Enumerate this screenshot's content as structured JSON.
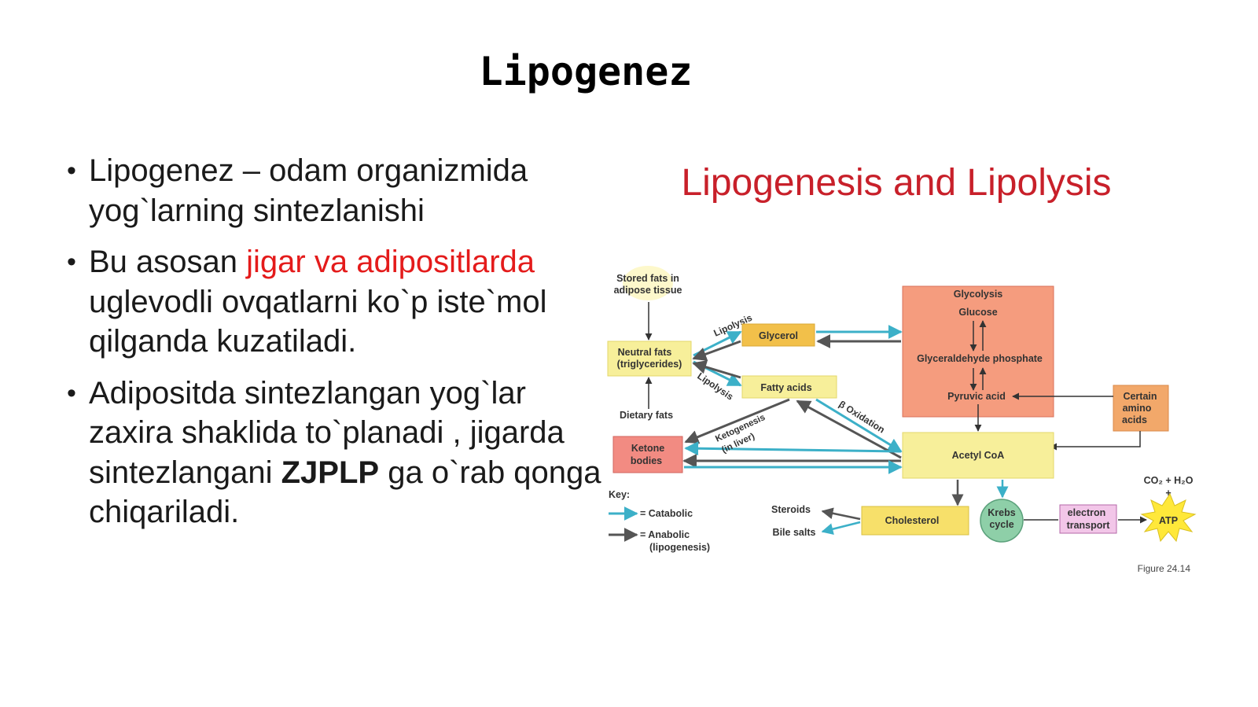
{
  "slide": {
    "title": "Lipogenez",
    "bullets": [
      {
        "text": "Lipogenez – odam organizmida yog`larning sintezlanishi"
      },
      {
        "before": "Bu asosan ",
        "highlight": "jigar va adipositlarda",
        "after": " uglevodli ovqatlarni ko`p iste`mol qilganda kuzatiladi."
      },
      {
        "before": "Adipositda sintezlangan yog`lar zaxira shaklida to`planadi , jigarda sintezlangani ",
        "bold": "ZJPLP",
        "after": " ga o`rab qonga chiqariladi."
      }
    ]
  },
  "diagram": {
    "title": "Lipogenesis and Lipolysis",
    "stored_fats": [
      "Stored fats in",
      "adipose tissue"
    ],
    "neutral_fats": [
      "Neutral fats",
      "(triglycerides)"
    ],
    "dietary_fats": "Dietary fats",
    "glycerol": "Glycerol",
    "fatty_acids": "Fatty acids",
    "lipolysis": "Lipolysis",
    "glycolysis": "Glycolysis",
    "glucose": "Glucose",
    "g3p": "Glyceraldehyde phosphate",
    "pyruvic": "Pyruvic acid",
    "amino": [
      "Certain",
      "amino",
      "acids"
    ],
    "beta_ox": "β Oxidation",
    "ketogenesis": [
      "Ketogenesis",
      "(in liver)"
    ],
    "ketone": [
      "Ketone",
      "bodies"
    ],
    "acetyl": "Acetyl CoA",
    "key": "Key:",
    "catabolic": "= Catabolic",
    "anabolic": [
      "= Anabolic",
      "(lipogenesis)"
    ],
    "steroids": "Steroids",
    "bile": "Bile salts",
    "cholesterol": "Cholesterol",
    "krebs": [
      "Krebs",
      "cycle"
    ],
    "electron": [
      "electron",
      "transport"
    ],
    "co2h2o": "CO₂ + H₂O",
    "plus": "+",
    "atp": "ATP",
    "figure": "Figure 24.14",
    "colors": {
      "catabolic": "#3cb0c8",
      "anabolic": "#555555",
      "yellow_box": "#f7ef9a",
      "glycolysis_box": "#f59c7e",
      "ketone_box": "#f28b82",
      "amino_box": "#f2a86a",
      "orange_box": "#f2c04a",
      "cholesterol_box": "#f7e06a",
      "krebs_circle": "#8ecfa8",
      "electron_box": "#f2c6e8",
      "atp_star": "#ffe83a",
      "title_red": "#c8202a",
      "highlight_red": "#e41b1b"
    }
  }
}
